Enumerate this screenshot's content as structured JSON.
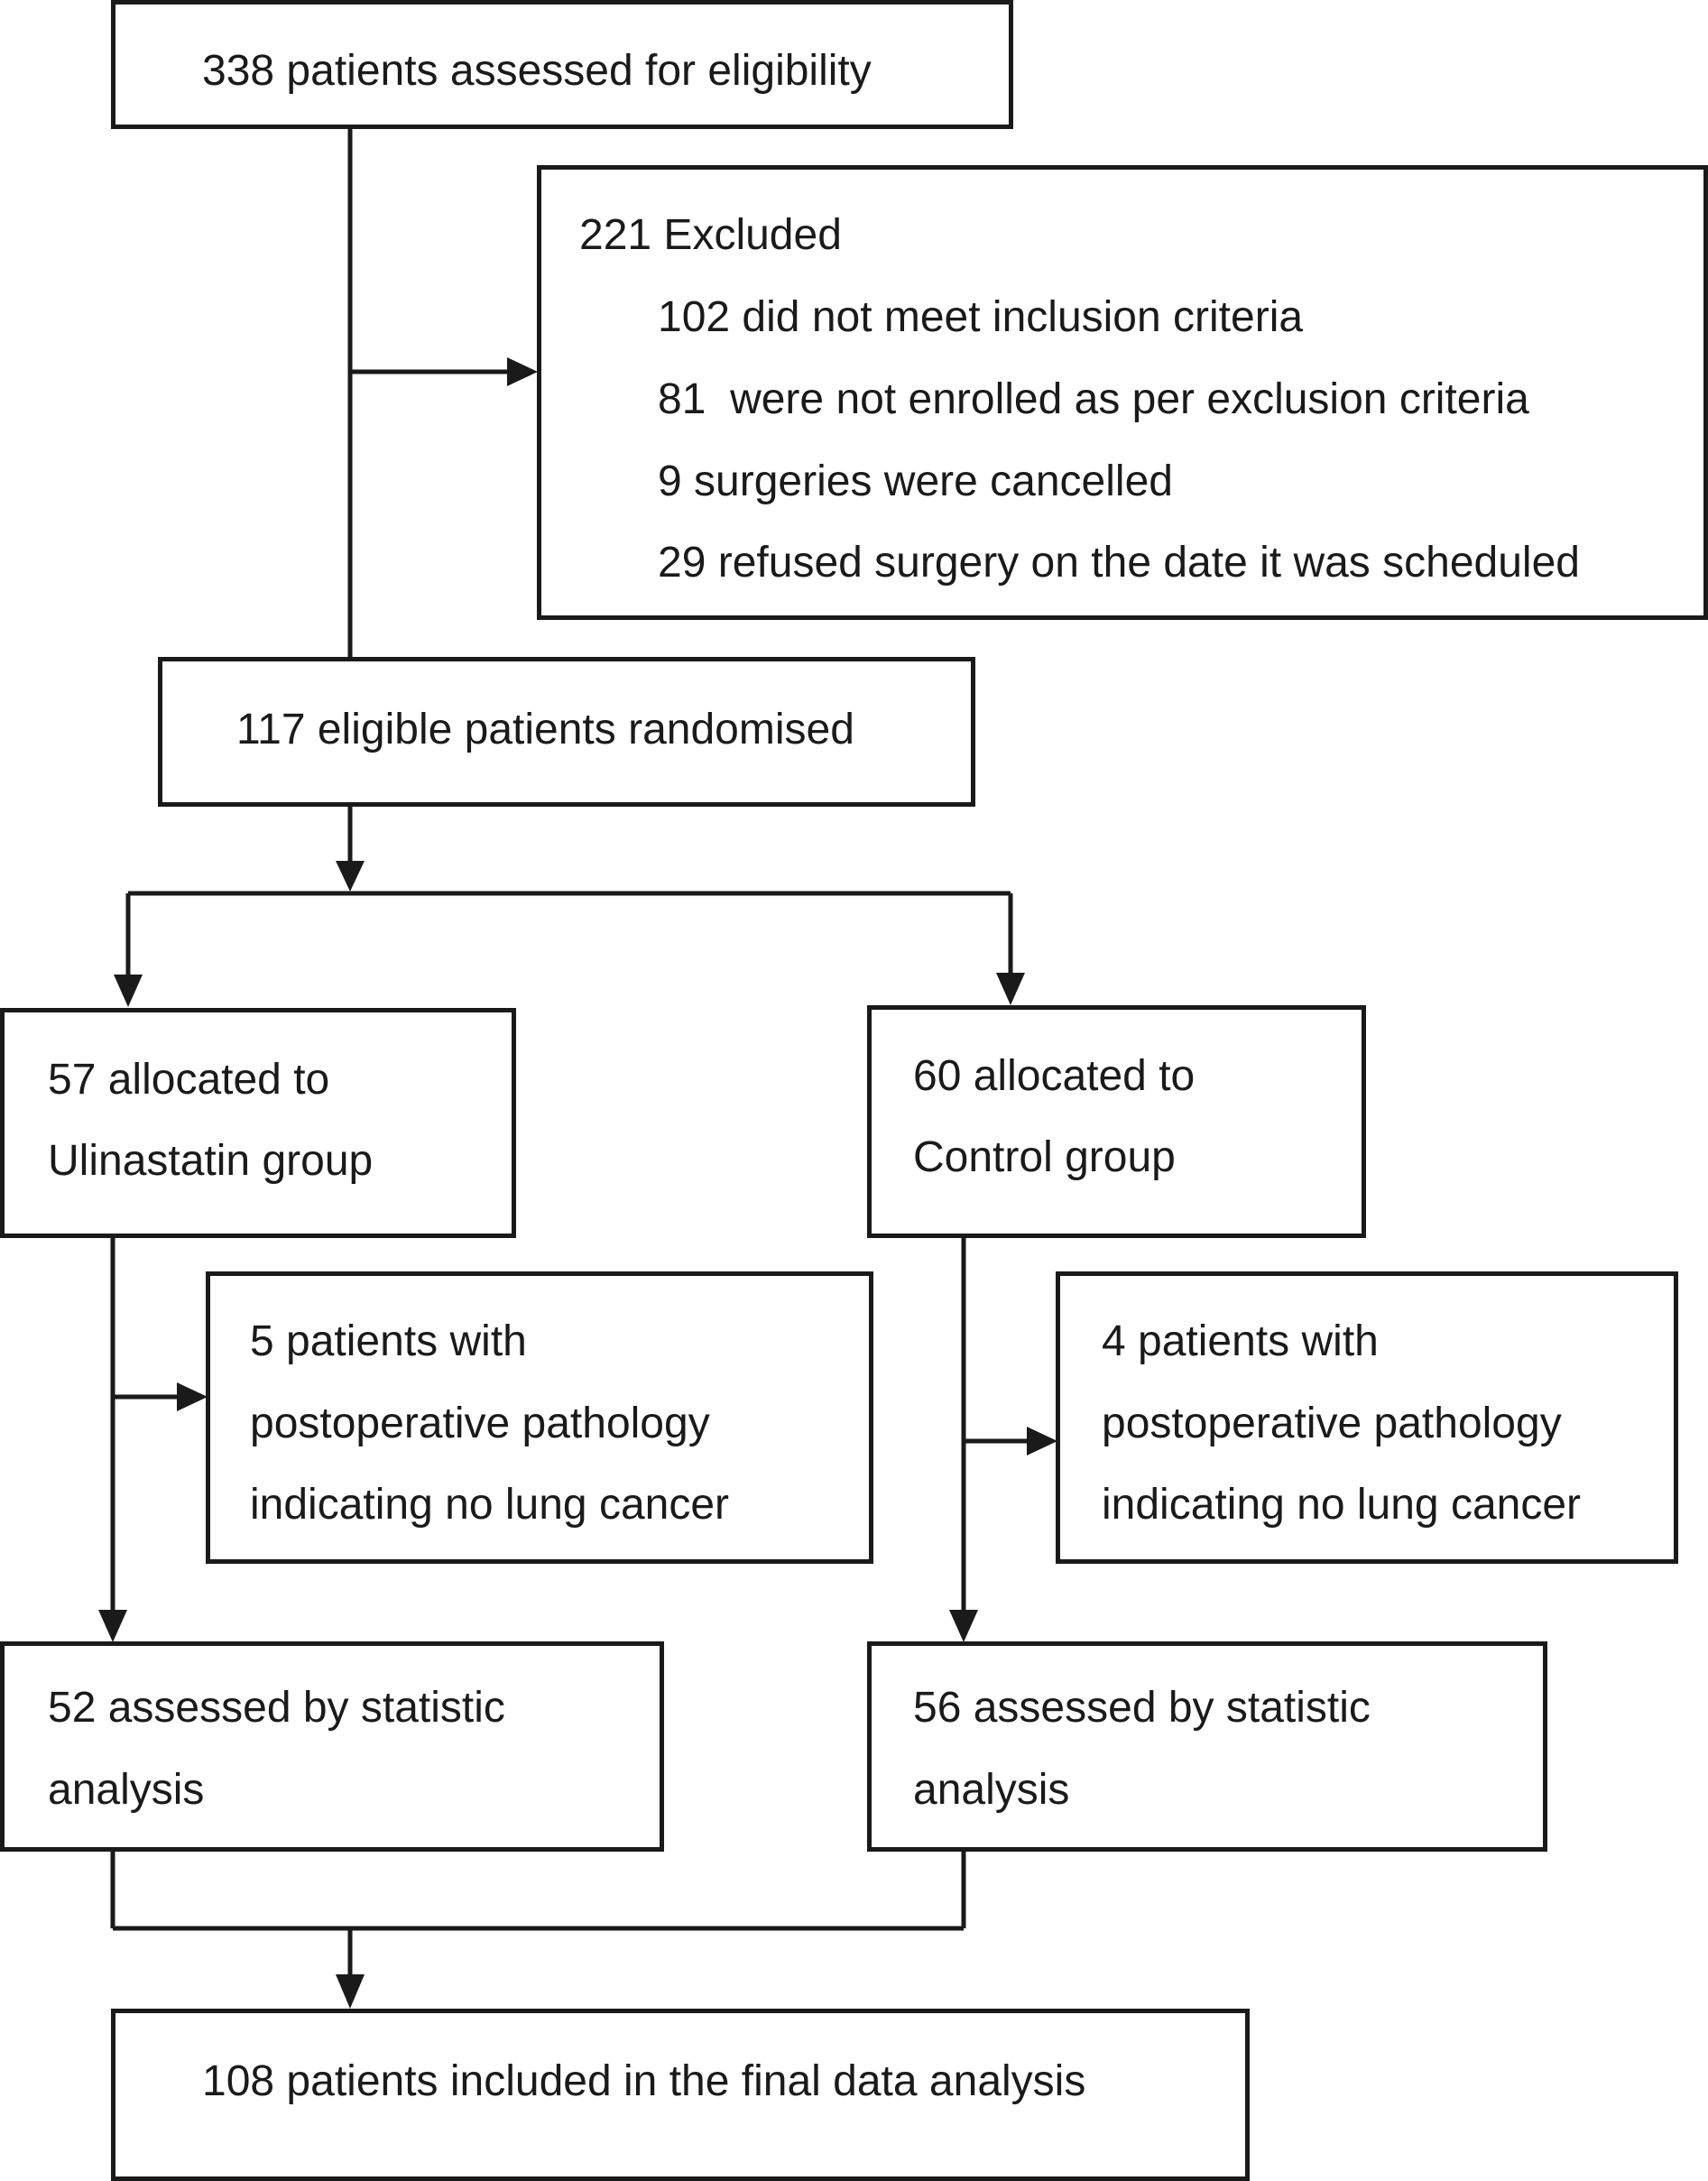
{
  "boxes": {
    "assessed": {
      "text": "338 patients assessed for eligibility"
    },
    "excluded": {
      "title": "221 Excluded",
      "items": [
        "102 did not meet inclusion criteria",
        "81  were not enrolled as per exclusion criteria",
        "9 surgeries were cancelled",
        "29 refused surgery on the date it was scheduled"
      ]
    },
    "randomised": {
      "text": "117 eligible patients randomised"
    },
    "ulinastatin_alloc": {
      "lines": [
        "57 allocated to",
        "Ulinastatin group"
      ]
    },
    "control_alloc": {
      "lines": [
        "60 allocated to",
        "Control group"
      ]
    },
    "ulinastatin_excl": {
      "lines": [
        "5 patients with",
        "postoperative pathology",
        "indicating no lung cancer"
      ]
    },
    "control_excl": {
      "lines": [
        "4 patients with",
        "postoperative pathology",
        "indicating no lung cancer"
      ]
    },
    "ulinastatin_analysed": {
      "lines": [
        "52 assessed by statistic",
        "analysis"
      ]
    },
    "control_analysed": {
      "lines": [
        "56 assessed by statistic",
        "analysis"
      ]
    },
    "final": {
      "text": "108 patients included in the final data analysis"
    }
  }
}
